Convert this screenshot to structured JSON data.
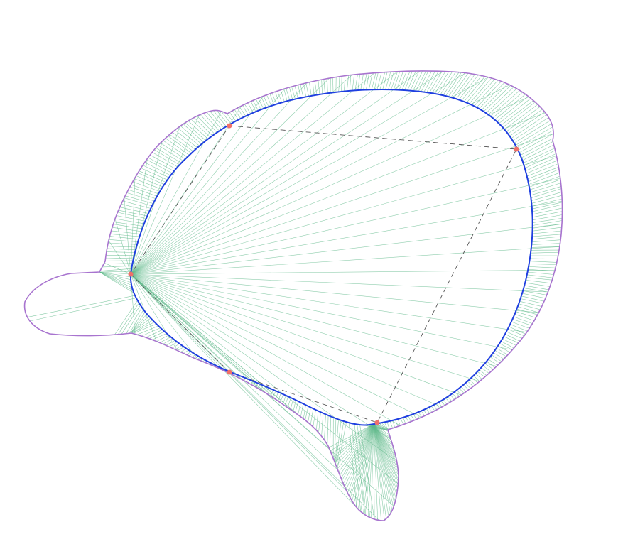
{
  "diagram": {
    "kind": "closed-curve-with-offset-envelope",
    "colors": {
      "curve": "#1f3fe0",
      "envelope": "#a874cf",
      "hairlines": "#5fb98a",
      "control_points": "#f0706a",
      "control_polygon": "#555555",
      "background": "#ffffff"
    },
    "control_points": [
      {
        "id": "p1"
      },
      {
        "id": "p2"
      },
      {
        "id": "p3"
      },
      {
        "id": "p4"
      },
      {
        "id": "p5"
      }
    ]
  }
}
